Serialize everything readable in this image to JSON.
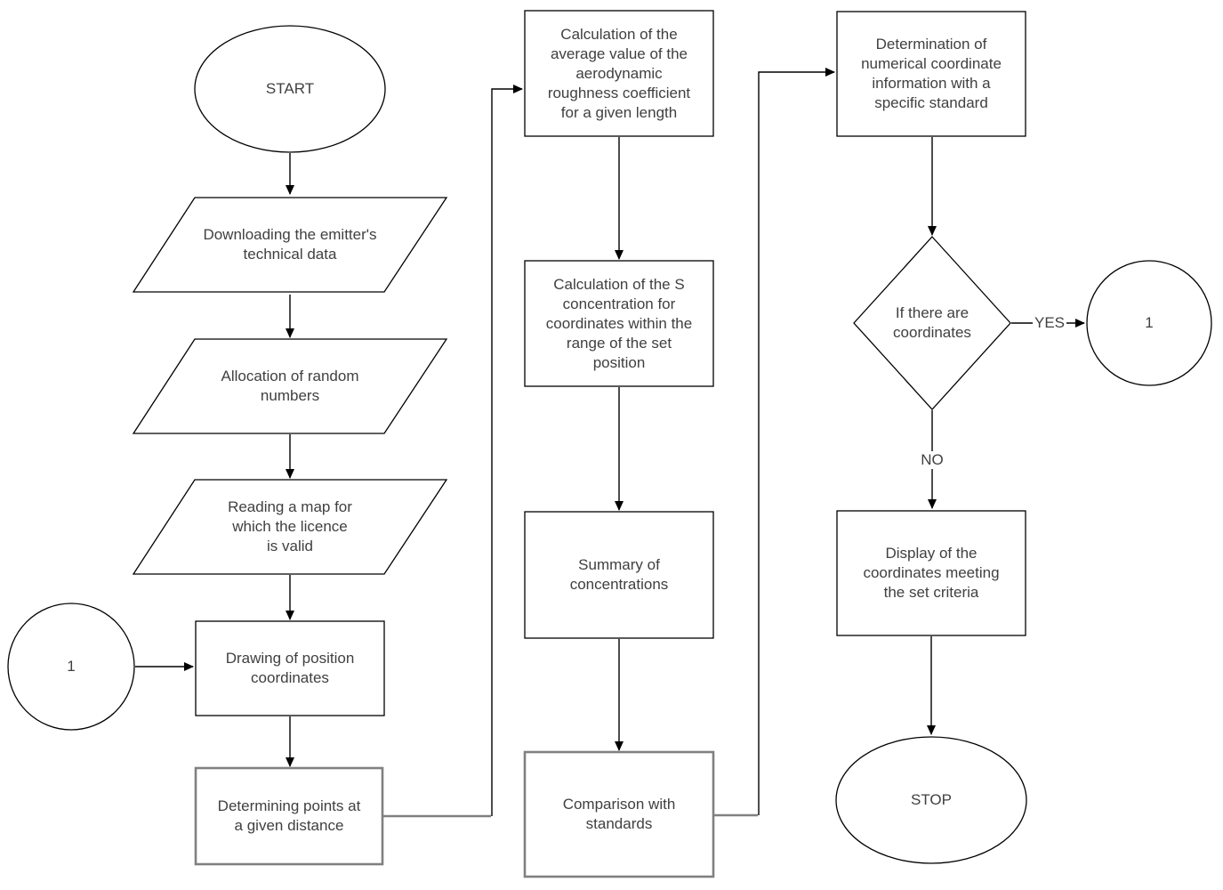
{
  "colors": {
    "background": "#ffffff",
    "line": "#000000",
    "highlight_border": "#808080",
    "text": "#404040"
  },
  "flowchart": {
    "nodes": [
      {
        "id": "start",
        "shape": "terminator",
        "label": "START",
        "highlighted": false
      },
      {
        "id": "download-data",
        "shape": "parallelogram",
        "label": "Downloading the emitter's\ntechnical data",
        "highlighted": false
      },
      {
        "id": "allocate-random",
        "shape": "parallelogram",
        "label": "Allocation of random\nnumbers",
        "highlighted": false
      },
      {
        "id": "read-map",
        "shape": "parallelogram",
        "label": "Reading a map for\nwhich the licence\nis valid",
        "highlighted": false
      },
      {
        "id": "connector-1-left",
        "shape": "circle",
        "label": "1",
        "highlighted": false
      },
      {
        "id": "draw-coordinates",
        "shape": "process",
        "label": "Drawing of position\ncoordinates",
        "highlighted": false
      },
      {
        "id": "determine-points",
        "shape": "process",
        "label": "Determining points at\na given distance",
        "highlighted": true
      },
      {
        "id": "calc-roughness",
        "shape": "process",
        "label": "Calculation of the\naverage value of the\naerodynamic\nroughness coefficient\nfor a given length",
        "highlighted": false
      },
      {
        "id": "calc-concentration",
        "shape": "process",
        "label": "Calculation of the S\nconcentration for\ncoordinates within the\nrange of the set\nposition",
        "highlighted": false
      },
      {
        "id": "summary",
        "shape": "process",
        "label": "Summary of\nconcentrations",
        "highlighted": false
      },
      {
        "id": "comparison",
        "shape": "process",
        "label": "Comparison with\nstandards",
        "highlighted": true
      },
      {
        "id": "determination",
        "shape": "process",
        "label": "Determination of\nnumerical coordinate\ninformation with a\nspecific standard",
        "highlighted": false
      },
      {
        "id": "decision",
        "shape": "decision",
        "label": "If there are\ncoordinates",
        "highlighted": false
      },
      {
        "id": "connector-1-right",
        "shape": "circle",
        "label": "1",
        "highlighted": false
      },
      {
        "id": "display",
        "shape": "process",
        "label": "Display of the\ncoordinates meeting\nthe set criteria",
        "highlighted": false
      },
      {
        "id": "stop",
        "shape": "terminator",
        "label": "STOP",
        "highlighted": false
      }
    ],
    "edges": [
      {
        "from": "start",
        "to": "download-data",
        "label": ""
      },
      {
        "from": "download-data",
        "to": "allocate-random",
        "label": ""
      },
      {
        "from": "allocate-random",
        "to": "read-map",
        "label": ""
      },
      {
        "from": "read-map",
        "to": "draw-coordinates",
        "label": ""
      },
      {
        "from": "connector-1-left",
        "to": "draw-coordinates",
        "label": ""
      },
      {
        "from": "draw-coordinates",
        "to": "determine-points",
        "label": ""
      },
      {
        "from": "determine-points",
        "to": "calc-roughness",
        "label": ""
      },
      {
        "from": "calc-roughness",
        "to": "calc-concentration",
        "label": ""
      },
      {
        "from": "calc-concentration",
        "to": "summary",
        "label": ""
      },
      {
        "from": "summary",
        "to": "comparison",
        "label": ""
      },
      {
        "from": "comparison",
        "to": "determination",
        "label": ""
      },
      {
        "from": "determination",
        "to": "decision",
        "label": ""
      },
      {
        "from": "decision",
        "to": "connector-1-right",
        "label": "YES"
      },
      {
        "from": "decision",
        "to": "display",
        "label": "NO"
      },
      {
        "from": "display",
        "to": "stop",
        "label": ""
      }
    ]
  }
}
